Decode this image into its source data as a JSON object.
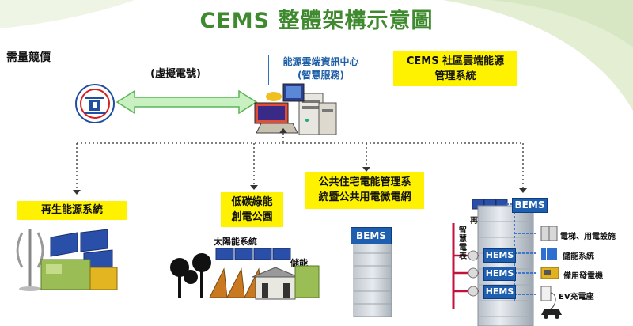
{
  "title": "CEMS 整體架構示意圖",
  "demand_response": "需量競價",
  "virtual_signal": "(虛擬電號)",
  "cloud_center": {
    "line1": "能源雲端資訊中心",
    "line2": "(智慧服務)"
  },
  "cems_system": {
    "line1": "CEMS 社區雲端能源",
    "line2": "管理系統"
  },
  "renewable": "再生能源系統",
  "lowcarbon": {
    "line1": "低碳綠能",
    "line2": "創電公園"
  },
  "solar": "太陽能系統",
  "storage": "儲能",
  "public_housing": {
    "line1": "公共住宅電能管理系",
    "line2": "統暨公共用電微電網"
  },
  "bems": "BEMS",
  "building": {
    "renewable_label": "再生能源",
    "smart_meter": [
      "智",
      "慧",
      "電",
      "表"
    ],
    "hems": "HEMS",
    "devices": [
      "電梯、用電設施",
      "儲能系統",
      "備用發電機",
      "EV充電座"
    ]
  },
  "colors": {
    "title_green": "#3f8a2f",
    "highlight_yellow": "#fff200",
    "bems_blue": "#1f5fb0"
  }
}
